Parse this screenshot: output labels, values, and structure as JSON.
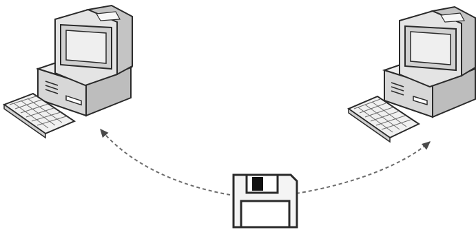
{
  "diagram": {
    "nodes": [
      {
        "id": "computer-left",
        "kind": "desktop-computer"
      },
      {
        "id": "computer-right",
        "kind": "desktop-computer"
      },
      {
        "id": "floppy-disk",
        "kind": "floppy-disk"
      }
    ],
    "edges": [
      {
        "from": "floppy-disk",
        "to": "computer-left",
        "style": "dashed",
        "arrow": "end"
      },
      {
        "from": "floppy-disk",
        "to": "computer-right",
        "style": "dashed",
        "arrow": "end"
      }
    ]
  },
  "colors": {
    "stroke": "#2a2a2a",
    "face_light": "#f4f4f4",
    "face_mid": "#dcdcdc",
    "face_dark": "#b9b9b9",
    "screen_outer": "#cfcfcf",
    "screen_inner": "#ececec",
    "dashed_line": "#6b6b6b",
    "disk_label": "#ffffff"
  }
}
